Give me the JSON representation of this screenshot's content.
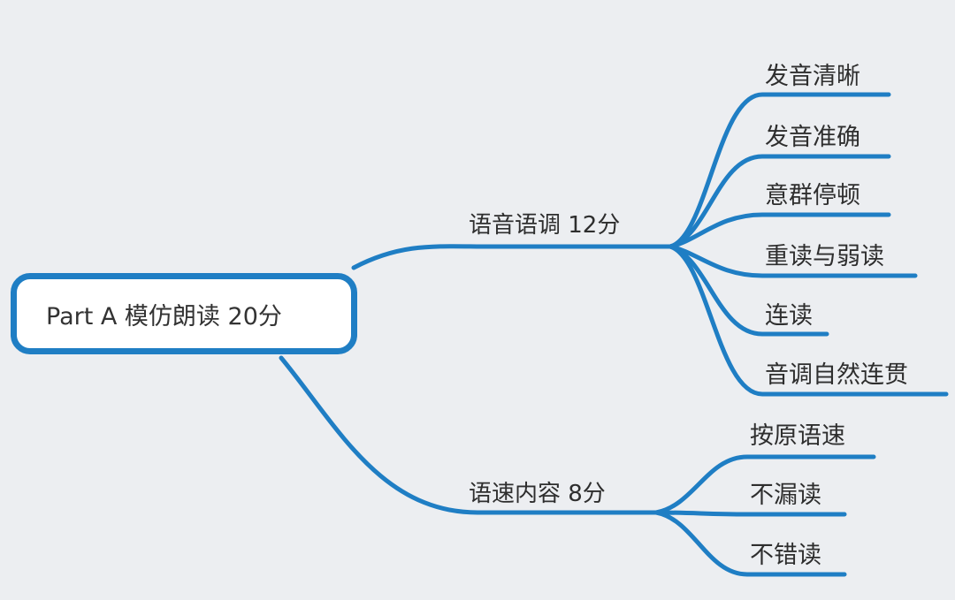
{
  "colors": {
    "background": "#eceef1",
    "connector": "#1f7ec4",
    "root_fill": "#ffffff",
    "text": "#2e2e2e"
  },
  "root": {
    "label": "Part A 模仿朗读 20分"
  },
  "branches": [
    {
      "label": "语音语调 12分",
      "children": [
        "发音清晰",
        "发音准确",
        "意群停顿",
        "重读与弱读",
        "连读",
        "音调自然连贯"
      ]
    },
    {
      "label": "语速内容 8分",
      "children": [
        "按原语速",
        "不漏读",
        "不错读"
      ]
    }
  ]
}
